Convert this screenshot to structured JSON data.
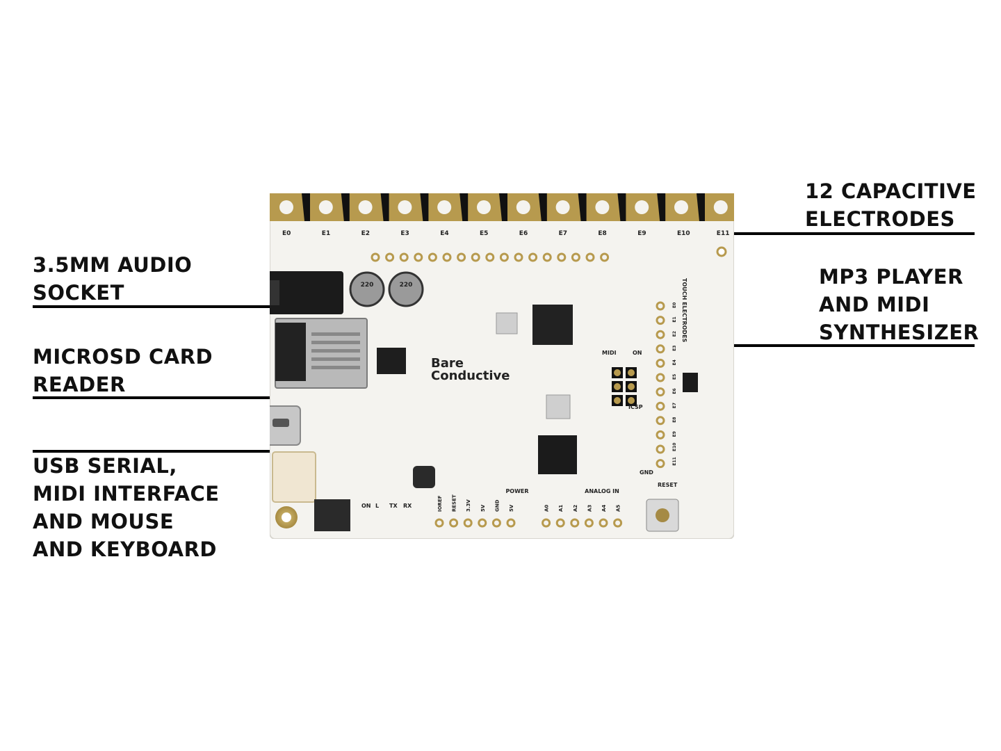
{
  "labels": {
    "capacitive": {
      "line1": "12 CAPACITIVE",
      "line2": "ELECTRODES"
    },
    "mp3": {
      "line1": "MP3 PLAYER",
      "line2": "AND MIDI",
      "line3": "SYNTHESIZER"
    },
    "audio": {
      "line1": "3.5MM AUDIO",
      "line2": "SOCKET"
    },
    "microsd": {
      "line1": "MICROSD CARD",
      "line2": "READER"
    },
    "usb": {
      "line1": "USB SERIAL,",
      "line2": "MIDI INTERFACE",
      "line3": "AND MOUSE",
      "line4": "AND KEYBOARD"
    }
  },
  "board": {
    "brand_line1": "Bare",
    "brand_line2": "Conductive",
    "electrodes": [
      "E0",
      "E1",
      "E2",
      "E3",
      "E4",
      "E5",
      "E6",
      "E7",
      "E8",
      "E9",
      "E10",
      "E11"
    ],
    "power_label": "POWER",
    "analog_label": "ANALOG IN",
    "power_pins": [
      "IOREF",
      "RESET",
      "3.3V",
      "5V",
      "GND",
      "5V"
    ],
    "analog_pins": [
      "A0",
      "A1",
      "A2",
      "A3",
      "A4",
      "A5"
    ],
    "led_labels": [
      "ON",
      "L",
      "TX",
      "RX"
    ],
    "touch_label": "TOUCH ELECTRODES",
    "icsp_label": "ICSP",
    "midi_label": "MIDI",
    "on_label": "ON",
    "gnd_label": "GND",
    "reset_label": "RESET"
  },
  "colors": {
    "board": "#f4f3ef",
    "gold": "#b79a4e",
    "label": "#111111"
  }
}
